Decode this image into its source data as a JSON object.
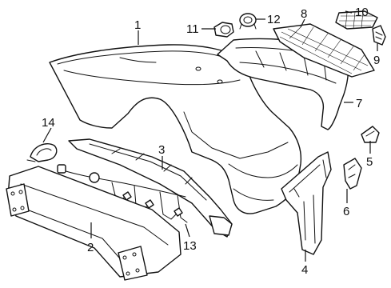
{
  "diagram": {
    "callouts": [
      {
        "id": "c1",
        "label": "1"
      },
      {
        "id": "c2",
        "label": "2"
      },
      {
        "id": "c3",
        "label": "3"
      },
      {
        "id": "c4",
        "label": "4"
      },
      {
        "id": "c5",
        "label": "5"
      },
      {
        "id": "c6",
        "label": "6"
      },
      {
        "id": "c7",
        "label": "7"
      },
      {
        "id": "c8",
        "label": "8"
      },
      {
        "id": "c9",
        "label": "9"
      },
      {
        "id": "c10",
        "label": "10"
      },
      {
        "id": "c11",
        "label": "11"
      },
      {
        "id": "c12",
        "label": "12"
      },
      {
        "id": "c13",
        "label": "13"
      },
      {
        "id": "c14",
        "label": "14"
      }
    ],
    "line_color": "#111111",
    "background": "#ffffff"
  }
}
